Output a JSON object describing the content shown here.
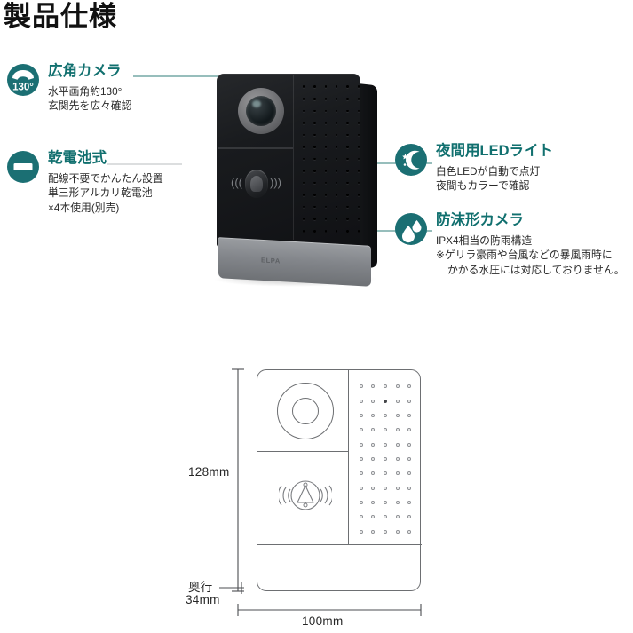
{
  "title": "製品仕様",
  "colors": {
    "teal": "#11706f",
    "icon_bg": "#1b6f73",
    "leader": "#2f7d78",
    "text": "#2a2a2a"
  },
  "features_left": [
    {
      "icon": "wide-angle-130-icon",
      "icon_text": "130",
      "icon_degree": "°",
      "heading": "広角カメラ",
      "lines": [
        "水平画角約130°",
        "玄関先を広々確認"
      ]
    },
    {
      "icon": "battery-icon",
      "heading": "乾電池式",
      "lines": [
        "配線不要でかんたん設置",
        "単三形アルカリ乾電池",
        "×4本使用(別売)"
      ]
    }
  ],
  "features_right": [
    {
      "icon": "night-moon-icon",
      "heading": "夜間用LEDライト",
      "lines": [
        "白色LEDが自動で点灯",
        "夜間もカラーで確認"
      ]
    },
    {
      "icon": "water-drop-icon",
      "heading": "防沫形カメラ",
      "lines": [
        "IPX4相当の防雨構造",
        "※ゲリラ豪雨や台風などの暴風雨時に",
        "かかる水圧には対応しておりません。"
      ]
    }
  ],
  "product": {
    "brand": "ELPA",
    "wave_left": "(((",
    "wave_right": ")))"
  },
  "dimensions": {
    "height": "128mm",
    "width": "100mm",
    "depth_label": "奥行",
    "depth_value": "34mm"
  },
  "dot_grid": {
    "photo_cols": 6,
    "photo_rows": 13,
    "drawing_cols": 5,
    "drawing_rows": 11,
    "filled_index": 7
  }
}
